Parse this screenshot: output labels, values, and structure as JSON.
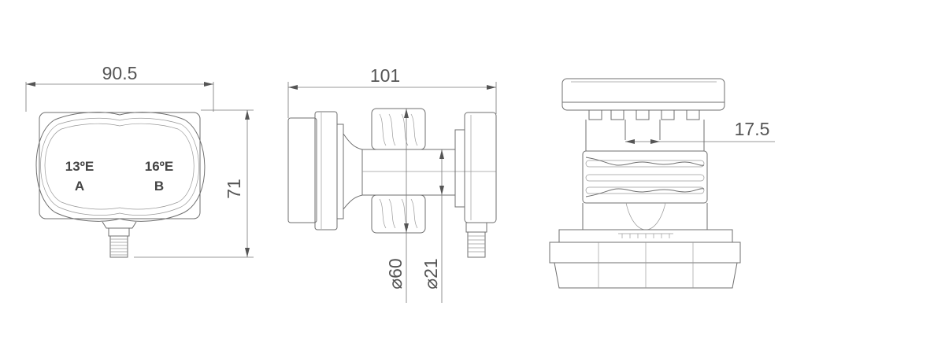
{
  "dimensions": {
    "width_front": "90.5",
    "height_front": "71",
    "width_side": "101",
    "dia_outer": "⌀60",
    "dia_inner": "⌀21",
    "depth_top": "17.5"
  },
  "labels": {
    "sat_a_pos": "13ºE",
    "sat_a": "A",
    "sat_b_pos": "16ºE",
    "sat_b": "B"
  },
  "colors": {
    "line": "#6f6f6f",
    "dimension": "#777777",
    "text": "#555555"
  }
}
